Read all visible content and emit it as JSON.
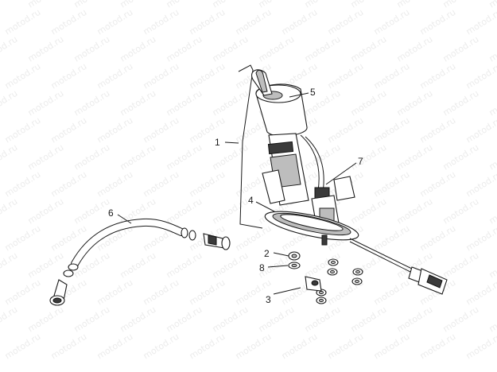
{
  "watermark": "motod.ru",
  "callouts": [
    {
      "id": "callout-1",
      "label": "1"
    },
    {
      "id": "callout-2",
      "label": "2"
    },
    {
      "id": "callout-3",
      "label": "3"
    },
    {
      "id": "callout-4",
      "label": "4"
    },
    {
      "id": "callout-5",
      "label": "5"
    },
    {
      "id": "callout-6",
      "label": "6"
    },
    {
      "id": "callout-7",
      "label": "7"
    },
    {
      "id": "callout-8",
      "label": "8"
    }
  ]
}
